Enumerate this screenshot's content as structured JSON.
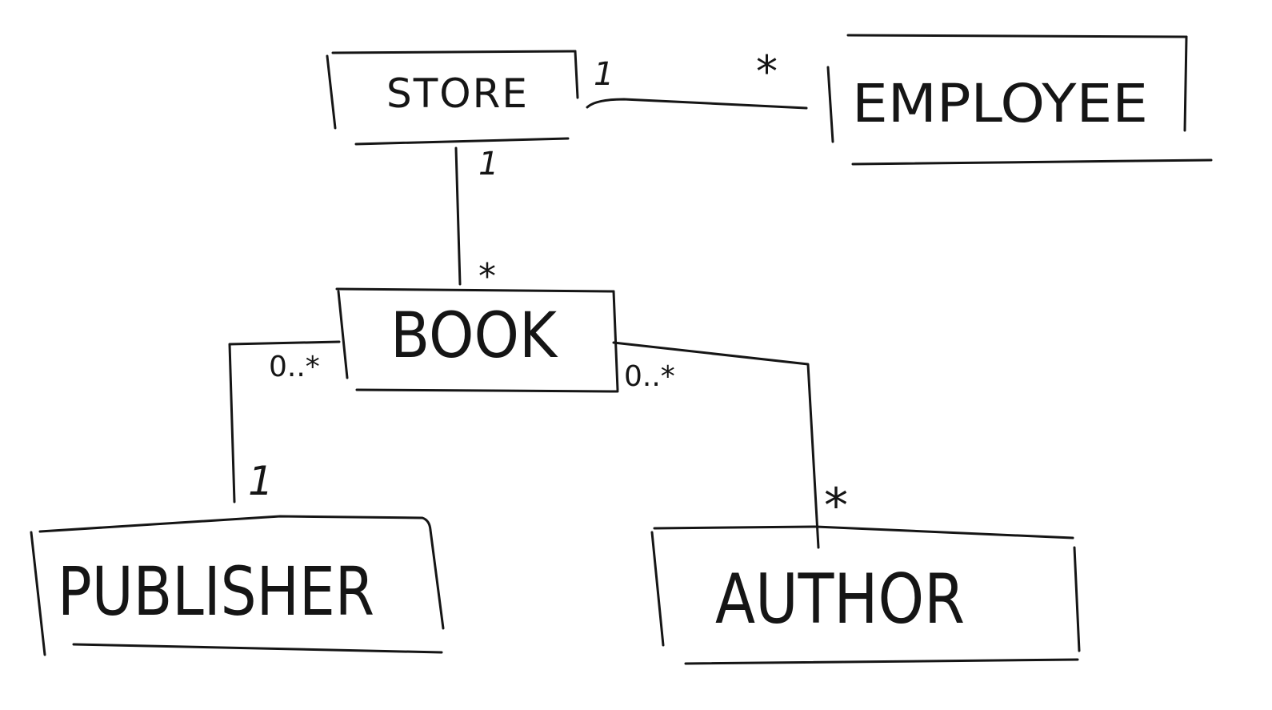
{
  "entities": {
    "store": "STORE",
    "employee": "EMPLOYEE",
    "book": "BOOK",
    "publisher": "PUBLISHER",
    "author": "AUTHOR"
  },
  "relations": {
    "store_employee": {
      "store_end": "1",
      "employee_end": "*"
    },
    "store_book": {
      "store_end": "1",
      "book_end": "*"
    },
    "book_publisher": {
      "book_end": "0..*",
      "publisher_end": "1"
    },
    "book_author": {
      "book_end": "0..*",
      "author_end": "*"
    }
  },
  "colors": {
    "ink": "#151515",
    "background": "#ffffff"
  }
}
